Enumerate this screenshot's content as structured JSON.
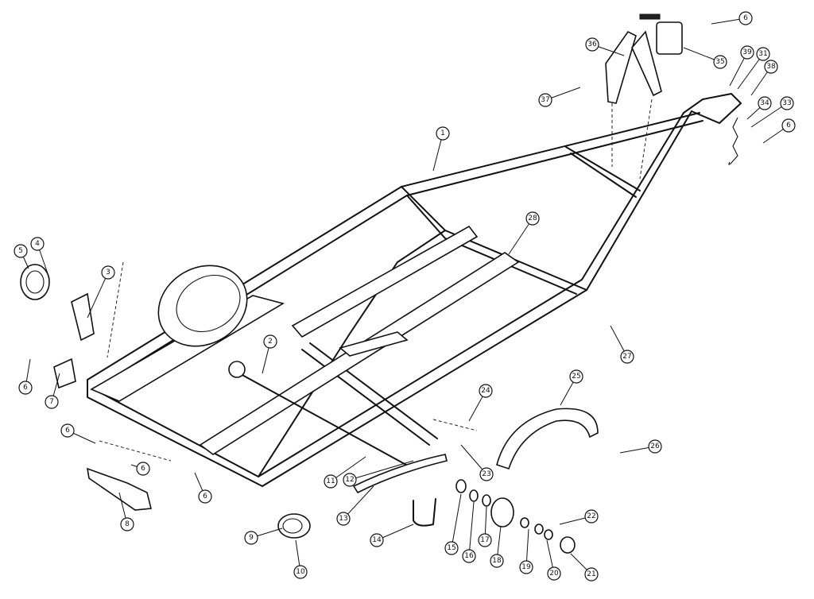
{
  "callouts": [
    {
      "label": "1"
    },
    {
      "label": "2"
    },
    {
      "label": "3"
    },
    {
      "label": "4"
    },
    {
      "label": "5"
    },
    {
      "label": "6"
    },
    {
      "label": "6"
    },
    {
      "label": "6"
    },
    {
      "label": "6"
    },
    {
      "label": "6"
    },
    {
      "label": "6"
    },
    {
      "label": "7"
    },
    {
      "label": "8"
    },
    {
      "label": "9"
    },
    {
      "label": "10"
    },
    {
      "label": "11"
    },
    {
      "label": "12"
    },
    {
      "label": "13"
    },
    {
      "label": "14"
    },
    {
      "label": "15"
    },
    {
      "label": "16"
    },
    {
      "label": "17"
    },
    {
      "label": "18"
    },
    {
      "label": "19"
    },
    {
      "label": "20"
    },
    {
      "label": "21"
    },
    {
      "label": "22"
    },
    {
      "label": "23"
    },
    {
      "label": "24"
    },
    {
      "label": "25"
    },
    {
      "label": "26"
    },
    {
      "label": "27"
    },
    {
      "label": "28"
    },
    {
      "label": "31"
    },
    {
      "label": "33"
    },
    {
      "label": "34"
    },
    {
      "label": "35"
    },
    {
      "label": "36"
    },
    {
      "label": "37"
    },
    {
      "label": "38"
    },
    {
      "label": "39"
    }
  ]
}
